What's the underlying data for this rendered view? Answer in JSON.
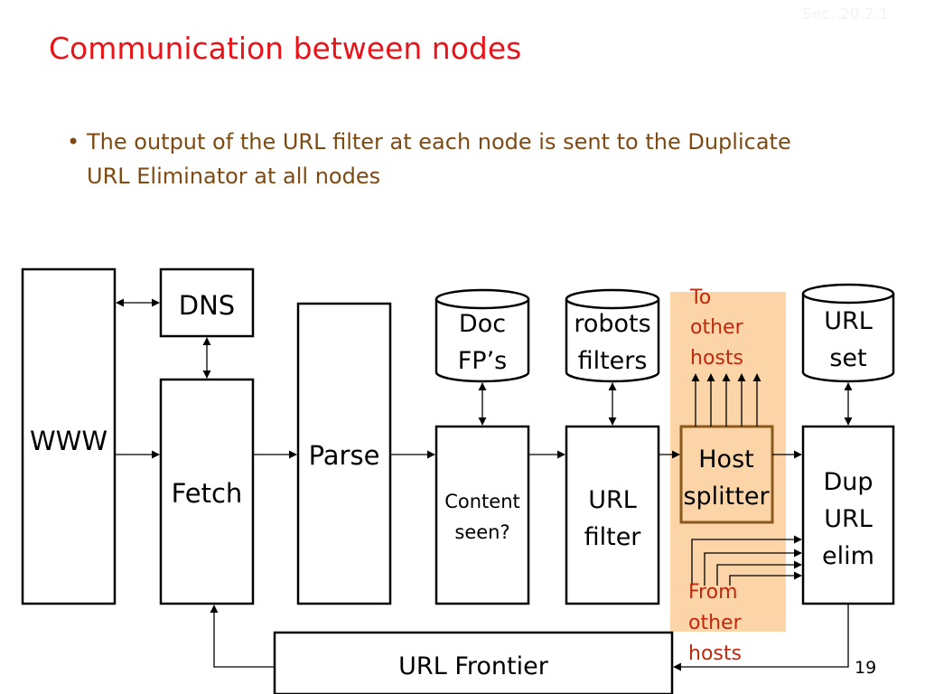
{
  "slide": {
    "section_ref": "Sec. 20.2.1",
    "title": "Communication between nodes",
    "bullet": "The output of the URL filter at each node is sent to the Duplicate URL Eliminator at all nodes",
    "page_number": "19"
  },
  "diagram": {
    "www": "WWW",
    "dns": "DNS",
    "fetch": "Fetch",
    "parse": "Parse",
    "doc_fp": [
      "Doc",
      "FP’s"
    ],
    "robots": [
      "robots",
      "filters"
    ],
    "url_set": [
      "URL",
      "set"
    ],
    "content_seen": [
      "Content",
      "seen?"
    ],
    "url_filter": [
      "URL",
      "filter"
    ],
    "host_splitter": [
      "Host",
      "splitter"
    ],
    "dup_elim": [
      "Dup",
      "URL",
      "elim"
    ],
    "frontier": "URL Frontier",
    "to_other": [
      "To",
      "other",
      "hosts"
    ],
    "from_other": [
      "From",
      "other",
      "hosts"
    ],
    "colors": {
      "title": "#e8141a",
      "bullet": "#7f4a12",
      "host_label": "#c0280e",
      "highlight": "#fbd4a8",
      "splitter_border": "#8a5a1a"
    }
  }
}
